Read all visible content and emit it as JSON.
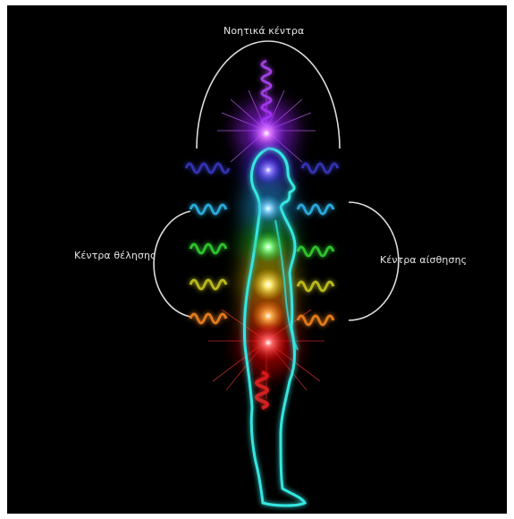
{
  "labels": {
    "mental_centers": "Νοητικά κέντρα",
    "will_centers": "Κέντρα θέλησης",
    "sensation_centers": "Κέντρα αίσθησης"
  },
  "colors": {
    "background": "#000000",
    "body_outline": "#34e6e0",
    "chakras": [
      "#ff2222",
      "#ff8a1a",
      "#ffd21a",
      "#3cd63c",
      "#2fb3e6",
      "#5a4dff",
      "#c04dff"
    ],
    "waves_left": [
      "#2a2aa0",
      "#2aa8d8",
      "#2fc02f",
      "#b8b81e",
      "#e07a1a"
    ],
    "waves_right": [
      "#2a2aa0",
      "#2aa8d8",
      "#2fc02f",
      "#b8b81e",
      "#e07a1a"
    ]
  },
  "icons": {
    "bracket_top": "arc-bracket",
    "bracket_left": "arc-bracket",
    "bracket_right": "arc-bracket",
    "figure": "human-silhouette"
  }
}
